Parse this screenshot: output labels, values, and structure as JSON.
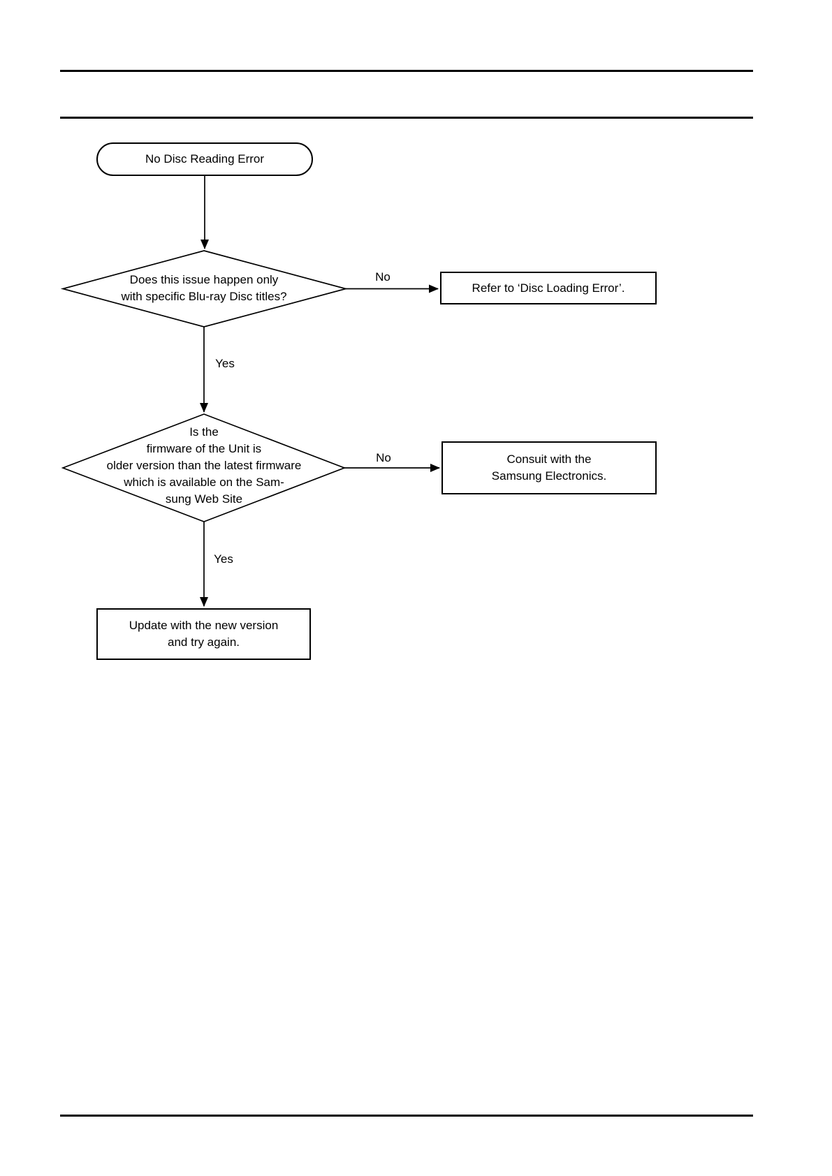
{
  "page": {
    "background": "#ffffff",
    "ink": "#000000"
  },
  "flowchart": {
    "start": {
      "label": "No Disc Reading Error"
    },
    "decision1": {
      "text": "Does this issue happen only\nwith specific Blu-ray Disc titles?",
      "no_label": "No",
      "yes_label": "Yes"
    },
    "action_refer": {
      "text": "Refer to ‘Disc Loading Error’."
    },
    "decision2": {
      "text": "Is the\nfirmware of the Unit is\nolder version than the latest firmware\nwhich is available on the Sam-\nsung Web Site",
      "no_label": "No",
      "yes_label": "Yes"
    },
    "action_consult": {
      "text": "Consuit with the\nSamsung Electronics."
    },
    "action_update": {
      "text": "Update with the new version\nand try again."
    }
  }
}
